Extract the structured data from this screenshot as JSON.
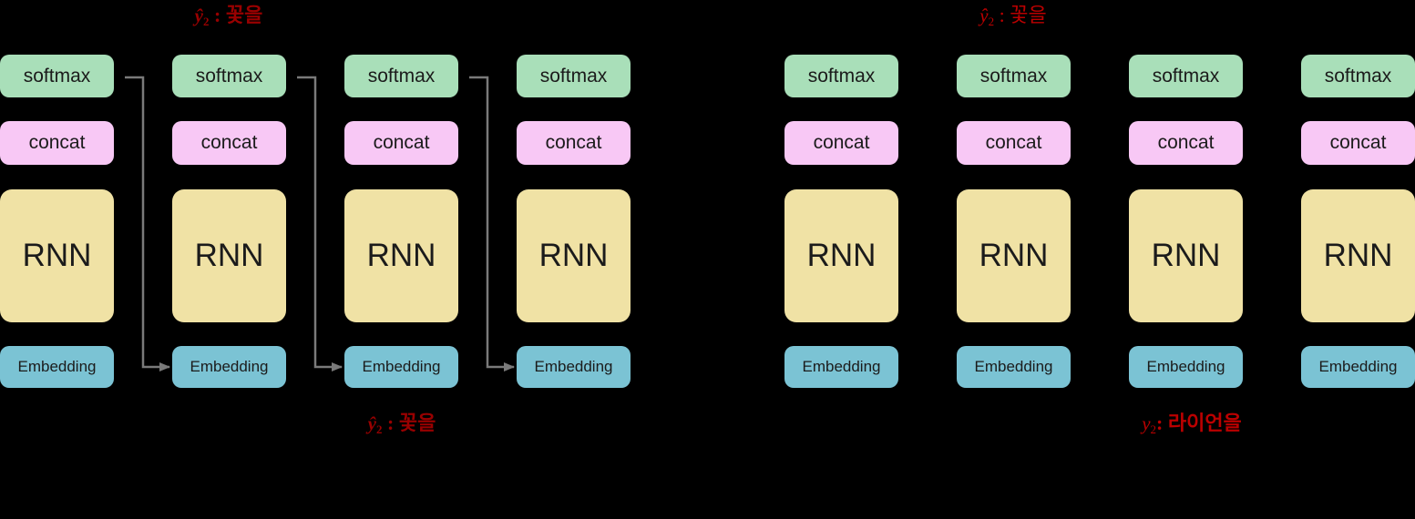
{
  "blocks": {
    "softmax": "softmax",
    "concat": "concat",
    "rnn": "RNN",
    "embedding": "Embedding"
  },
  "annotations": {
    "top_left": {
      "var": "ŷ",
      "sub": "2",
      "rest": " : 꽃을"
    },
    "top_right": {
      "var": "ŷ",
      "sub": "2",
      "rest": " : 꽃을"
    },
    "bottom_left": {
      "var": "ŷ",
      "sub": "2",
      "rest": " : 꽃을"
    },
    "bottom_right": {
      "var": "y",
      "sub": "2",
      "rest": ": 라이언을"
    }
  },
  "colors": {
    "background": "#000000",
    "softmax_green": "#a9dfb9",
    "concat_pink": "#f8c8f5",
    "rnn_yellow": "#f0e2a5",
    "embedding_blue": "#7bc3d4",
    "arrow_gray": "#7a7a7a",
    "annotation_red_dark": "#990000",
    "annotation_red": "#bb0000",
    "block_text": "#1b1b1b"
  }
}
